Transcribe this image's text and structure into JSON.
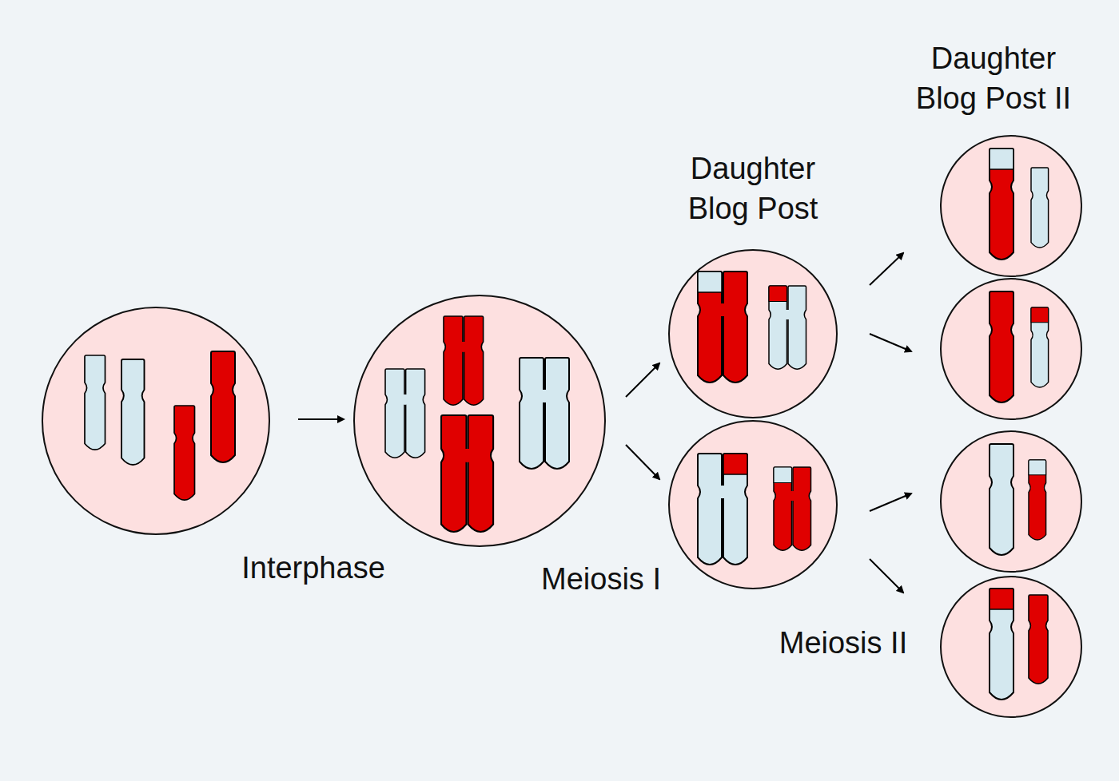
{
  "diagram": {
    "labels": [
      "Daughter Blog Post II",
      "Daughter Blog Post",
      "Interphase",
      "Meiosis I",
      "Meiosis II"
    ]
  }
}
